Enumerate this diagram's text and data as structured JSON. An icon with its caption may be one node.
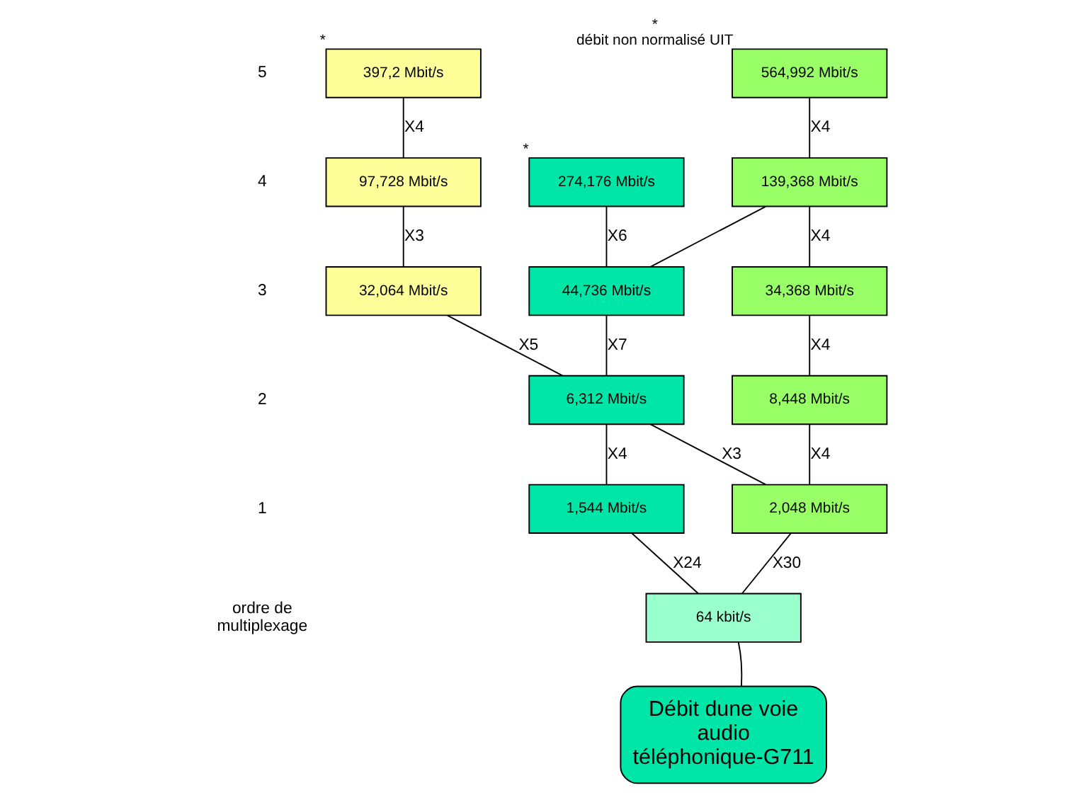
{
  "diagram": {
    "nodes": [
      {
        "text": [
          "397,2 Mbit/s"
        ],
        "beside": [
          "*"
        ]
      },
      {
        "text": [
          "564,992 Mbit/s"
        ],
        "beside": [
          "*",
          "débit non normalisé UIT"
        ]
      },
      {
        "text": [
          "97,728 Mbit/s"
        ]
      },
      {
        "text": [
          "274,176 Mbit/s"
        ],
        "beside": [
          "*"
        ]
      },
      {
        "text": [
          "139,368 Mbit/s"
        ]
      },
      {
        "text": [
          "32,064 Mbit/s"
        ]
      },
      {
        "text": [
          "44,736 Mbit/s"
        ]
      },
      {
        "text": [
          "34,368 Mbit/s"
        ]
      },
      {
        "text": [
          "6,312 Mbit/s"
        ]
      },
      {
        "text": [
          "8,448 Mbit/s"
        ]
      },
      {
        "text": [
          "1,544 Mbit/s"
        ]
      },
      {
        "text": [
          "2,048 Mbit/s"
        ]
      },
      {
        "text": [
          "64 kbit/s"
        ]
      },
      {
        "text": [
          "Débit dune voie audio téléphonique-G711"
        ]
      }
    ],
    "edges": [
      {
        "from": 0,
        "to": 2,
        "arrow": "none",
        "label": "X4"
      },
      {
        "from": 1,
        "to": 4,
        "arrow": "none",
        "label": "X4"
      },
      {
        "from": 2,
        "to": 5,
        "arrow": "none",
        "label": "X3"
      },
      {
        "from": 3,
        "to": 6,
        "arrow": "none",
        "label": "X6"
      },
      {
        "from": 4,
        "to": 6,
        "arrow": "none"
      },
      {
        "from": 4,
        "to": 7,
        "arrow": "none",
        "label": "X4"
      },
      {
        "from": 5,
        "to": 8,
        "arrow": "none",
        "label": "X5"
      },
      {
        "from": 6,
        "to": 8,
        "arrow": "none",
        "label": "X7"
      },
      {
        "from": 7,
        "to": 9,
        "arrow": "none",
        "label": "X4"
      },
      {
        "from": 8,
        "to": 10,
        "arrow": "none",
        "label": "X4"
      },
      {
        "from": 8,
        "to": 11,
        "arrow": "none",
        "label": "X3"
      },
      {
        "from": 9,
        "to": 11,
        "arrow": "none",
        "label": "X4"
      },
      {
        "from": 10,
        "to": 12,
        "arrow": "none",
        "label": "X24"
      },
      {
        "from": 11,
        "to": 12,
        "arrow": "none",
        "label": "X30"
      },
      {
        "from": 13,
        "to": 12,
        "arrow": "none"
      }
    ],
    "labels": [
      "5",
      "4",
      "3",
      "2",
      "1",
      "ordre de multiplexage"
    ]
  }
}
